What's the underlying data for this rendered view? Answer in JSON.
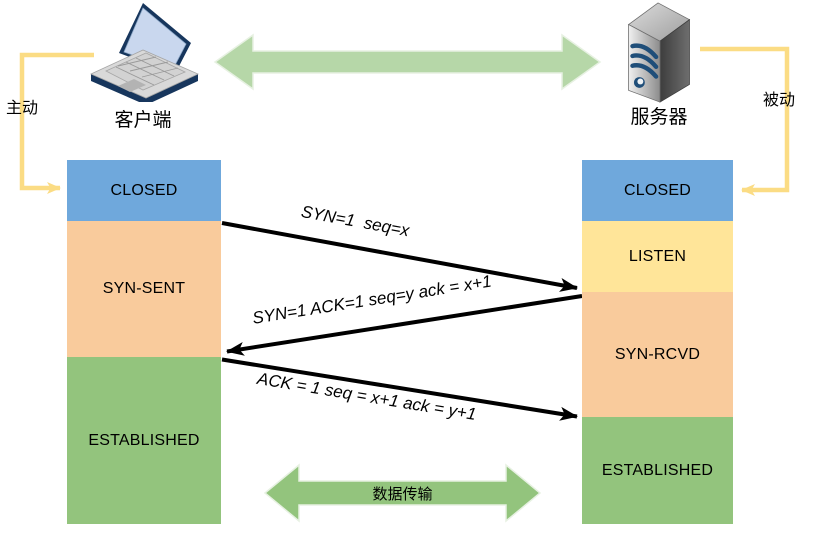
{
  "diagram_title": "TCP three-way handshake state diagram",
  "client": {
    "label": "客户端",
    "role_label": "主动",
    "icon": "laptop-icon"
  },
  "server": {
    "label": "服务器",
    "role_label": "被动",
    "icon": "server-icon"
  },
  "client_states": [
    {
      "label": "CLOSED",
      "color": "#6fa8dc"
    },
    {
      "label": "SYN-SENT",
      "color": "#f9cb9c"
    },
    {
      "label": "ESTABLISHED",
      "color": "#93c47d"
    }
  ],
  "server_states": [
    {
      "label": "CLOSED",
      "color": "#6fa8dc"
    },
    {
      "label": "LISTEN",
      "color": "#ffe599"
    },
    {
      "label": "SYN-RCVD",
      "color": "#f9cb9c"
    },
    {
      "label": "ESTABLISHED",
      "color": "#93c47d"
    }
  ],
  "messages": [
    {
      "label": "SYN=1  seq=x",
      "direction": "client-to-server"
    },
    {
      "label": "SYN=1 ACK=1 seq=y ack = x+1",
      "direction": "server-to-client"
    },
    {
      "label": "ACK = 1 seq = x+1 ack = y+1",
      "direction": "client-to-server"
    }
  ],
  "data_transfer_label": "数据传输",
  "colors": {
    "state_closed": "#6fa8dc",
    "state_listen": "#ffe599",
    "state_syn": "#f9cb9c",
    "state_established": "#93c47d",
    "top_link_arrow": "#b6d7a8",
    "bottom_transfer_arrow": "#93c47d",
    "role_connector": "#fbdc84",
    "message_arrow": "#000000"
  }
}
